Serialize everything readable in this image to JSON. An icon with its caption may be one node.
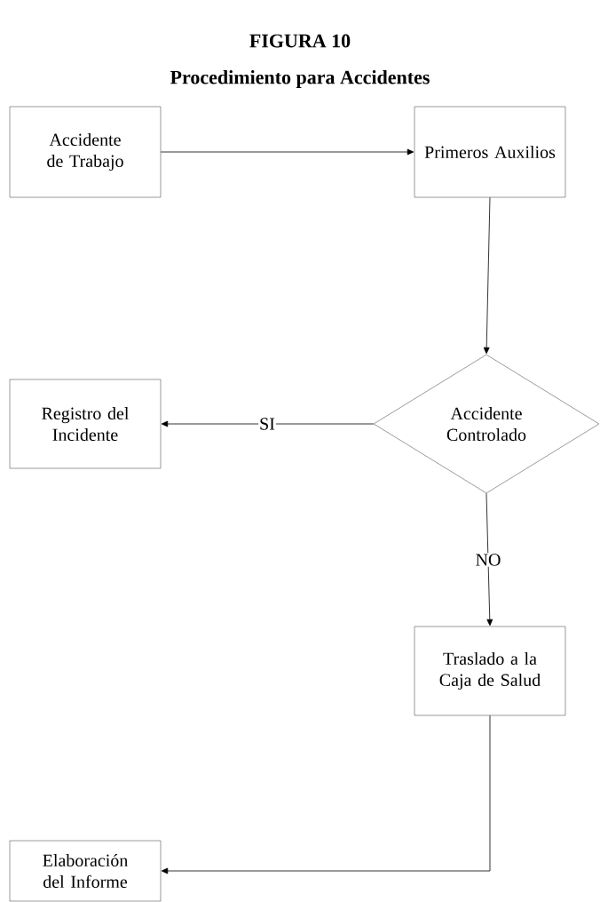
{
  "diagram": {
    "title": "FIGURA 10",
    "caption": "Procedimiento para Accidentes",
    "nodes": [
      {
        "text": [
          "Accidente de Trabajo"
        ]
      },
      {
        "text": [
          "Primeros Auxilios"
        ]
      },
      {
        "text": [
          "Accidente Controlado"
        ]
      },
      {
        "text": [
          "Registro del Incidente"
        ]
      },
      {
        "text": [
          "Traslado a la Caja de Salud"
        ]
      },
      {
        "text": [
          "Elaboración del Informe"
        ]
      }
    ],
    "edges": [
      {
        "from": 0,
        "to": 1,
        "arrow": "to"
      },
      {
        "from": 1,
        "to": 2,
        "arrow": "to"
      },
      {
        "from": 2,
        "to": 3,
        "arrow": "to",
        "label": "SI"
      },
      {
        "from": 2,
        "to": 4,
        "arrow": "to",
        "label": "NO"
      },
      {
        "from": 4,
        "to": 5,
        "arrow": "to"
      }
    ]
  }
}
